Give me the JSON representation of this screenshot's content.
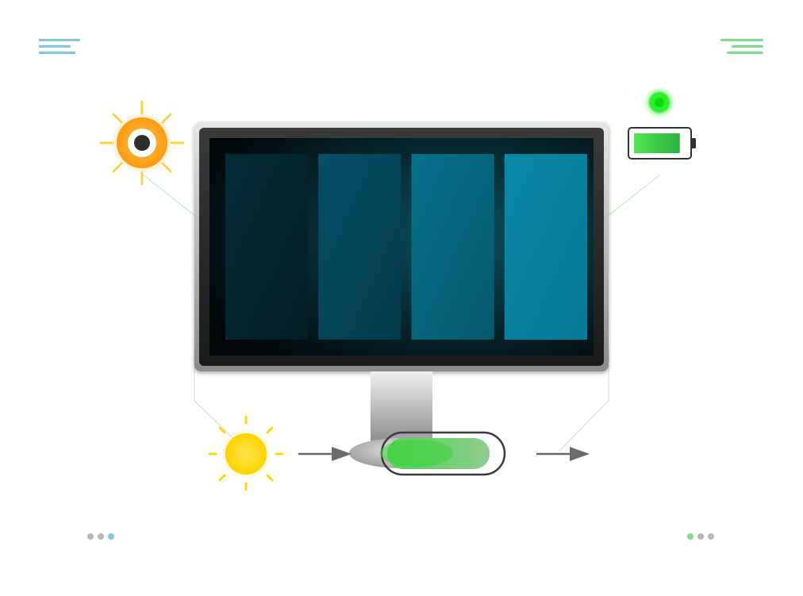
{
  "colors": {
    "menu_left": "#7ec8e0",
    "menu_right": "#7ee08a",
    "sun_orange": "#ffa11a",
    "sun_yellow": "#ffd80a",
    "screen_teal": "#0a7f9c",
    "battery_green": "#3fd64a",
    "indicator_glow": "#22ee22",
    "dot_inactive": "#b8b8b8"
  },
  "icons": {
    "top_left_menu": "hamburger-menu-icon",
    "top_right_menu": "hamburger-menu-icon",
    "ambient_light": "orange-sun-icon",
    "power_status": "glowing-green-led-icon",
    "battery": "battery-icon",
    "sunlight": "yellow-sun-icon",
    "arrow_in": "right-arrow-icon",
    "arrow_out": "right-arrow-icon"
  },
  "monitor": {
    "panels": 4,
    "panel_colors": [
      "#03303c",
      "#04495a",
      "#05637a",
      "#0783a0"
    ]
  },
  "battery": {
    "level": 0.85
  },
  "charge_bar": {
    "level": 0.85
  },
  "pagination": {
    "left": {
      "count": 3,
      "active_index": 2
    },
    "right": {
      "count": 3,
      "active_index": 0
    }
  }
}
